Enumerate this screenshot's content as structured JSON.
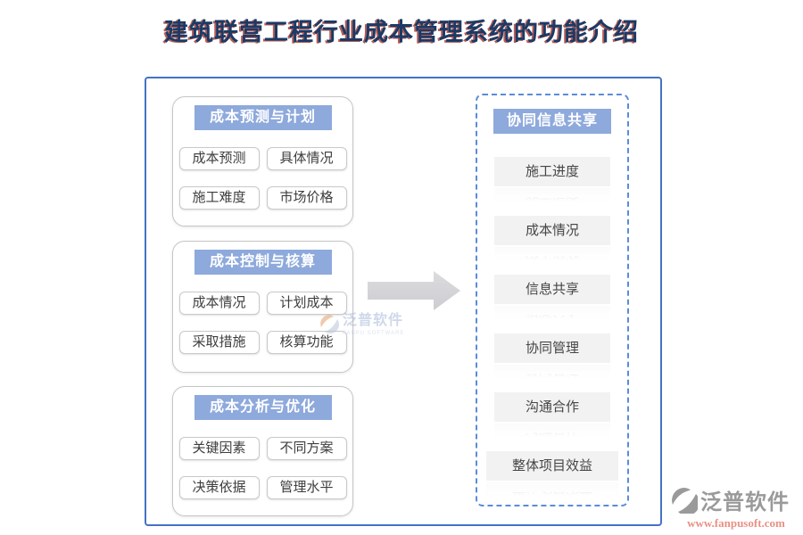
{
  "title": "建筑联营工程行业成本管理系统的功能介绍",
  "left_groups": [
    {
      "header": "成本预测与计划",
      "items": [
        "成本预测",
        "具体情况",
        "施工难度",
        "市场价格"
      ]
    },
    {
      "header": "成本控制与核算",
      "items": [
        "成本情况",
        "计划成本",
        "采取措施",
        "核算功能"
      ]
    },
    {
      "header": "成本分析与优化",
      "items": [
        "关键因素",
        "不同方案",
        "决策依据",
        "管理水平"
      ]
    }
  ],
  "right_panel": {
    "header": "协同信息共享",
    "items": [
      "施工进度",
      "成本情况",
      "信息共享",
      "协同管理",
      "沟通合作",
      "整体项目效益"
    ]
  },
  "watermark": {
    "name": "泛普软件",
    "subtitle": "FANPU SOFTWARE"
  },
  "brand": {
    "name": "泛普软件",
    "url": "www.fanpusoft.com"
  },
  "colors": {
    "frame_border": "#4472c4",
    "dashed_border": "#5b8cd9",
    "header_bg": "#8ea9db",
    "item_bg": "#f2f2f2",
    "arrow_gray": "#d4d4d7",
    "title_text": "#1b3a66",
    "title_shadow": "#9e281e",
    "brand_url_red": "#e99084"
  }
}
